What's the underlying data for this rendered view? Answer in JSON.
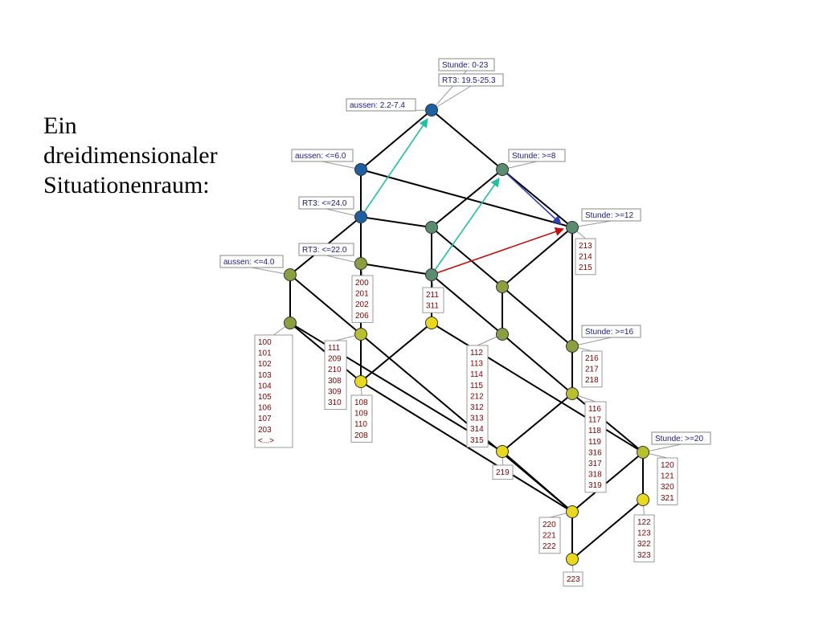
{
  "title_lines": [
    "Ein",
    "dreidimensionaler",
    "Situationenraum:"
  ],
  "colors": {
    "blue": "#1e5f9f",
    "teal": "#5a8c70",
    "olive": "#8aa040",
    "yellowgreen": "#b8c030",
    "yellow": "#e8d820",
    "arrow_teal": "#20c0a0",
    "arrow_blue": "#3040b0",
    "arrow_red": "#c01010"
  },
  "attribute_labels": [
    {
      "id": "stunde-0-23",
      "text": "Stunde: 0-23"
    },
    {
      "id": "rt3-19-25",
      "text": "RT3: 19.5-25.3"
    },
    {
      "id": "aussen-2-7",
      "text": "aussen: 2.2-7.4"
    },
    {
      "id": "aussen-le6",
      "text": "aussen: <=6.0"
    },
    {
      "id": "stunde-ge8",
      "text": "Stunde: >=8"
    },
    {
      "id": "rt3-le24",
      "text": "RT3: <=24.0"
    },
    {
      "id": "stunde-ge12",
      "text": "Stunde: >=12"
    },
    {
      "id": "rt3-le22",
      "text": "RT3: <=22.0"
    },
    {
      "id": "aussen-le4",
      "text": "aussen: <=4.0"
    },
    {
      "id": "stunde-ge16",
      "text": "Stunde: >=16"
    },
    {
      "id": "stunde-ge20",
      "text": "Stunde: >=20"
    }
  ],
  "object_labels": [
    {
      "id": "obj-213",
      "lines": [
        "213",
        "214",
        "215"
      ]
    },
    {
      "id": "obj-200",
      "lines": [
        "200",
        "201",
        "202",
        "206"
      ]
    },
    {
      "id": "obj-211",
      "lines": [
        "211",
        "311"
      ]
    },
    {
      "id": "obj-100",
      "lines": [
        "100",
        "101",
        "102",
        "103",
        "104",
        "105",
        "106",
        "107",
        "203",
        "<...>"
      ]
    },
    {
      "id": "obj-111",
      "lines": [
        "111",
        "209",
        "210",
        "308",
        "309",
        "310"
      ]
    },
    {
      "id": "obj-112",
      "lines": [
        "112",
        "113",
        "114",
        "115",
        "212",
        "312",
        "313",
        "314",
        "315"
      ]
    },
    {
      "id": "obj-216",
      "lines": [
        "216",
        "217",
        "218"
      ]
    },
    {
      "id": "obj-108",
      "lines": [
        "108",
        "109",
        "110",
        "208"
      ]
    },
    {
      "id": "obj-116",
      "lines": [
        "116",
        "117",
        "118",
        "119",
        "316",
        "317",
        "318",
        "319"
      ]
    },
    {
      "id": "obj-120",
      "lines": [
        "120",
        "121",
        "320",
        "321"
      ]
    },
    {
      "id": "obj-219",
      "lines": [
        "219"
      ]
    },
    {
      "id": "obj-220",
      "lines": [
        "220",
        "221",
        "222"
      ]
    },
    {
      "id": "obj-122",
      "lines": [
        "122",
        "123",
        "322",
        "323"
      ]
    },
    {
      "id": "obj-223",
      "lines": [
        "223"
      ]
    }
  ]
}
